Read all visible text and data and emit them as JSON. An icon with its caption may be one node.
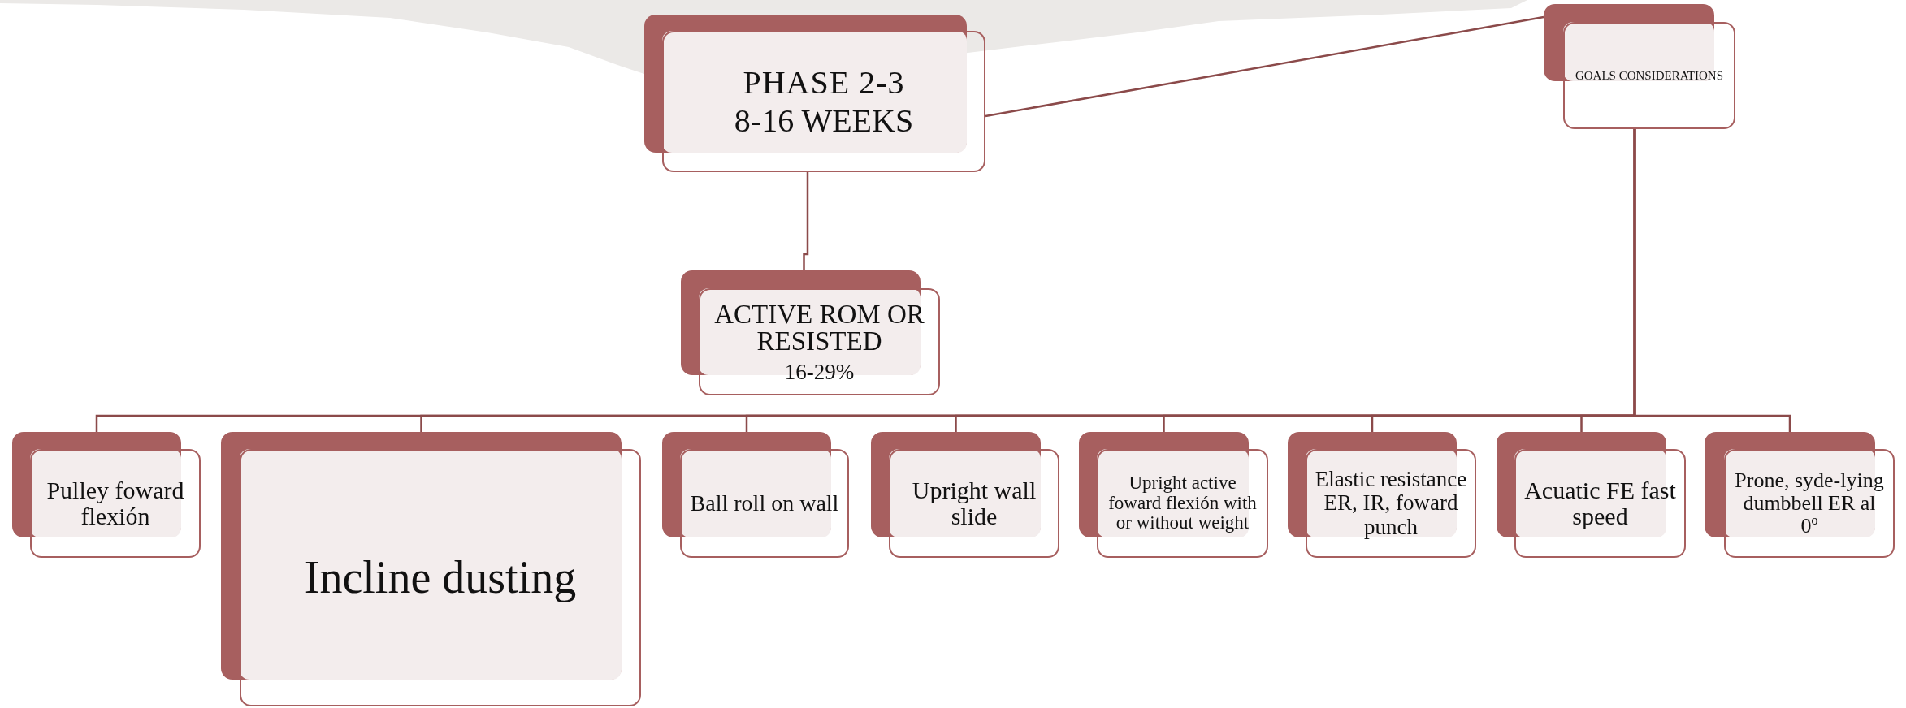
{
  "diagram": {
    "nodes": [
      {
        "text": [
          "PHASE 2-3",
          "8-16 WEEKS"
        ]
      },
      {
        "text": [
          "GOALS CONSIDERATIONS"
        ]
      },
      {
        "text": [
          "ACTIVE ROM OR RESISTED",
          "16-29%"
        ]
      },
      {
        "text": [
          "Pulley foward flexión"
        ]
      },
      {
        "text": [
          "Incline dusting"
        ]
      },
      {
        "text": [
          "Ball roll on wall"
        ]
      },
      {
        "text": [
          "Upright wall slide"
        ]
      },
      {
        "text": [
          "Upright active foward flexión with or without weight"
        ]
      },
      {
        "text": [
          "Elastic resistance ER, IR, foward punch"
        ]
      },
      {
        "text": [
          "Acuatic FE fast speed"
        ]
      },
      {
        "text": [
          "Prone, syde-lying dumbbell ER al 0º"
        ]
      }
    ],
    "edges": [
      {
        "from": 0,
        "to": 1,
        "arrow": "none"
      },
      {
        "from": 0,
        "to": 2,
        "arrow": "none"
      },
      {
        "from": 1,
        "to": 3,
        "arrow": "none"
      },
      {
        "from": 1,
        "to": 4,
        "arrow": "none"
      },
      {
        "from": 1,
        "to": 5,
        "arrow": "none"
      },
      {
        "from": 1,
        "to": 6,
        "arrow": "none"
      },
      {
        "from": 1,
        "to": 7,
        "arrow": "none"
      },
      {
        "from": 1,
        "to": 8,
        "arrow": "none"
      },
      {
        "from": 1,
        "to": 9,
        "arrow": "none"
      },
      {
        "from": 1,
        "to": 10,
        "arrow": "none"
      }
    ]
  }
}
